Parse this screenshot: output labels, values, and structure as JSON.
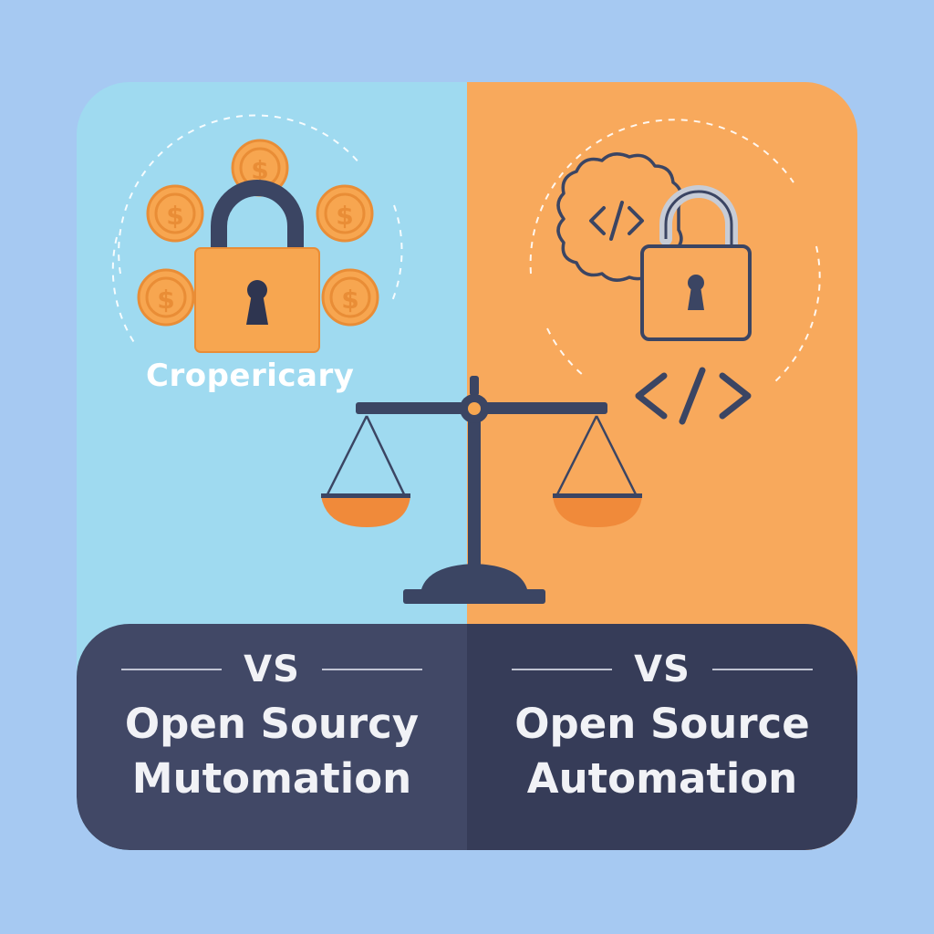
{
  "left_label": "Cropericary",
  "left_panel": {
    "vs": "VS",
    "line1": "Open Sourcy",
    "line2": "Mutomation"
  },
  "right_panel": {
    "vs": "VS",
    "line1": "Open Source",
    "line2": "Automation"
  },
  "colors": {
    "background": "#a6c9f2",
    "left_half": "#9fdaf0",
    "right_half": "#f8a95c",
    "banner_left": "#414866",
    "banner_right": "#363c58",
    "coin": "#f7a650",
    "navy": "#3b4563"
  },
  "icons": [
    "coin-icon",
    "padlock-locked-icon",
    "padlock-unlocked-icon",
    "code-gear-icon",
    "code-brackets-icon",
    "balance-scale-icon"
  ]
}
